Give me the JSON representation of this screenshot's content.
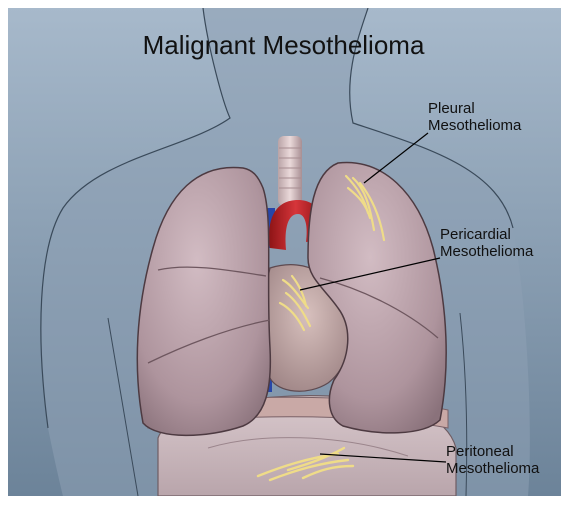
{
  "title": "Malignant Mesothelioma",
  "labels": {
    "pleural": [
      "Pleural",
      "Mesothelioma"
    ],
    "pericardial": [
      "Pericardial",
      "Mesothelioma"
    ],
    "peritoneal": [
      "Peritoneal",
      "Mesothelioma"
    ]
  },
  "colors": {
    "background_top": "#9fb2c6",
    "background_bottom": "#6f879e",
    "lung": "#b69ca4",
    "aorta": "#c3262a",
    "tumor": "#e8d27a"
  }
}
